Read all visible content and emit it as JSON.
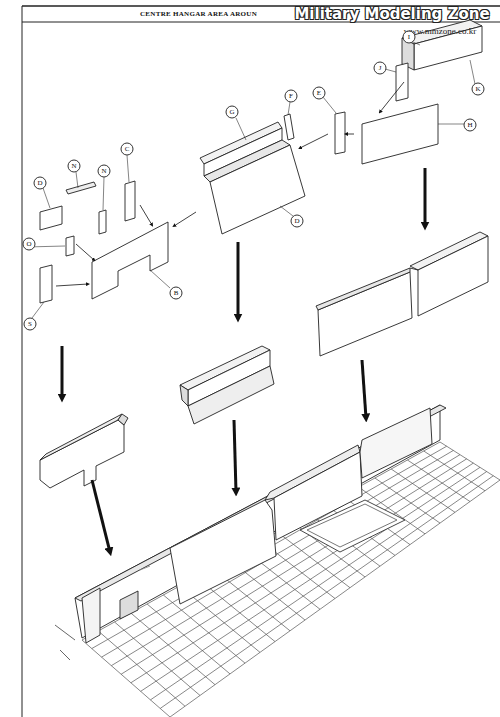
{
  "diagram": {
    "title": "CENTRE HANGAR AREA AROUN",
    "labels": [
      "Military Modeling Zone",
      "www.mmzone.co.kr",
      "I",
      "J",
      "K",
      "E",
      "H",
      "G",
      "F",
      "D",
      "D",
      "N",
      "N",
      "C",
      "O",
      "S",
      "B"
    ]
  }
}
